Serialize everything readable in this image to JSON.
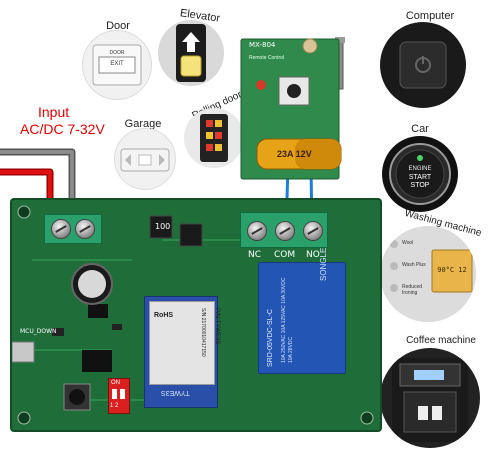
{
  "labels": {
    "door": "Door",
    "elevator": "Elevator",
    "computer": "Computer",
    "garage": "Garage",
    "rolling_door": "Rolling door",
    "car": "Car",
    "washing_machine": "Washing machine",
    "coffee_machine": "Coffee machine"
  },
  "input": {
    "line1": "Input",
    "line2": "AC/DC 7-32V"
  },
  "board": {
    "nc": "NC",
    "com": "COM",
    "no": "NO",
    "mcu_down": "MCU_DOWN",
    "on": "ON",
    "sw_nums": "1 2",
    "rohs": "RoHS",
    "pn": "P/N:TYWE3S",
    "sn": "S/N:21700010417150",
    "tywe": "TYWE3S",
    "relay_brand": "SONGLE",
    "relay_model": "SRD-05VDC-SL-C",
    "relay_specs": "10A 250VAC 10A 125VAC 10A 30VDC 10A 28VDC",
    "cap_label": "100"
  },
  "remote": {
    "model": "MX-804",
    "subtitle": "Remote Control",
    "battery": "23A 12V"
  },
  "door_sign": {
    "line1": "DOOR",
    "line2": "EXIT"
  },
  "car_button": {
    "line1": "ENGINE",
    "line2": "START",
    "line3": "STOP"
  },
  "washer_display": "90°C 12",
  "washer_labels": [
    "Wool",
    "Wash Plus",
    "Reduced Ironing"
  ],
  "colors": {
    "pcb": "#1f6e3a",
    "terminal": "#2aa06a",
    "relay": "#2355b5",
    "wire_red": "#e01010",
    "wire_gray": "#6d6d6d",
    "wire_blue": "#1c7fe0",
    "input_text": "#e00000"
  }
}
